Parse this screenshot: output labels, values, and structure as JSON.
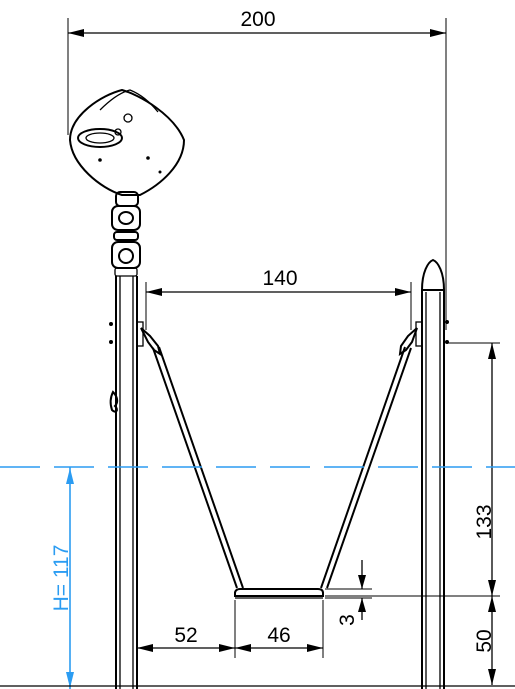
{
  "dimensions": {
    "overall_width": "200",
    "seat_span": "140",
    "post_height": "133",
    "seat_height": "50",
    "seat_thickness": "3",
    "seat_offset": "52",
    "seat_width": "46",
    "fall_height": "H= 117"
  },
  "colors": {
    "line": "#000000",
    "water_level": "#2b9cf2"
  },
  "icons": {
    "lamp_head": "umbrella-lamp-icon",
    "post_cap": "bullet-cap-icon"
  }
}
